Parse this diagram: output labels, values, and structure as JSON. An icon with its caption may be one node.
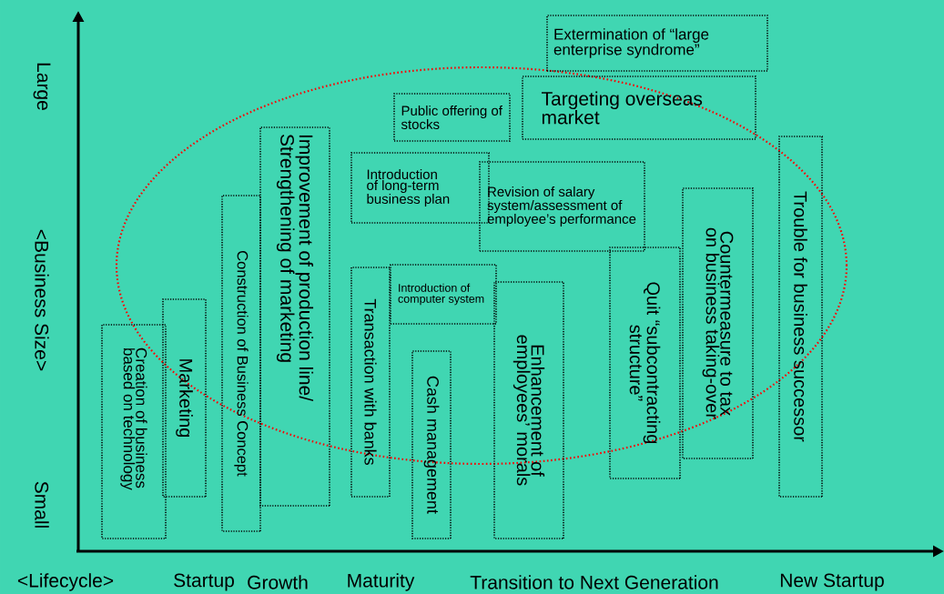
{
  "diagram": {
    "nodes": [
      {
        "text": [
          "Extermination of “large enterprise syndrome”"
        ]
      },
      {
        "text": [
          "Targeting overseas market"
        ]
      },
      {
        "text": [
          "Public offering of stocks"
        ]
      },
      {
        "text": [
          "Introduction of long-term business plan"
        ]
      },
      {
        "text": [
          "Revision of salary system/assessment of employee’s performance"
        ]
      },
      {
        "text": [
          "Creation of business based on technology"
        ]
      },
      {
        "text": [
          "Marketing"
        ]
      },
      {
        "text": [
          "Construction of Business Concept"
        ]
      },
      {
        "text": [
          "Improvement of production line/ Strengthening of marketing"
        ]
      },
      {
        "text": [
          "Transaction with banks"
        ]
      },
      {
        "text": [
          "Introduction of computer system"
        ]
      },
      {
        "text": [
          "Cash management"
        ]
      },
      {
        "text": [
          "Enhancement of employees’ morals"
        ]
      },
      {
        "text": [
          "Quit “subcontracting structure”"
        ]
      },
      {
        "text": [
          "Countermeasure to tax on business taking-over"
        ]
      },
      {
        "text": [
          "Trouble for business successor"
        ]
      }
    ],
    "labels": [
      "Large",
      "<Business Size>",
      "Small",
      "<Lifecycle>",
      "Startup",
      "Growth",
      "Maturity",
      "Transition to Next Generation",
      "New Startup"
    ]
  }
}
